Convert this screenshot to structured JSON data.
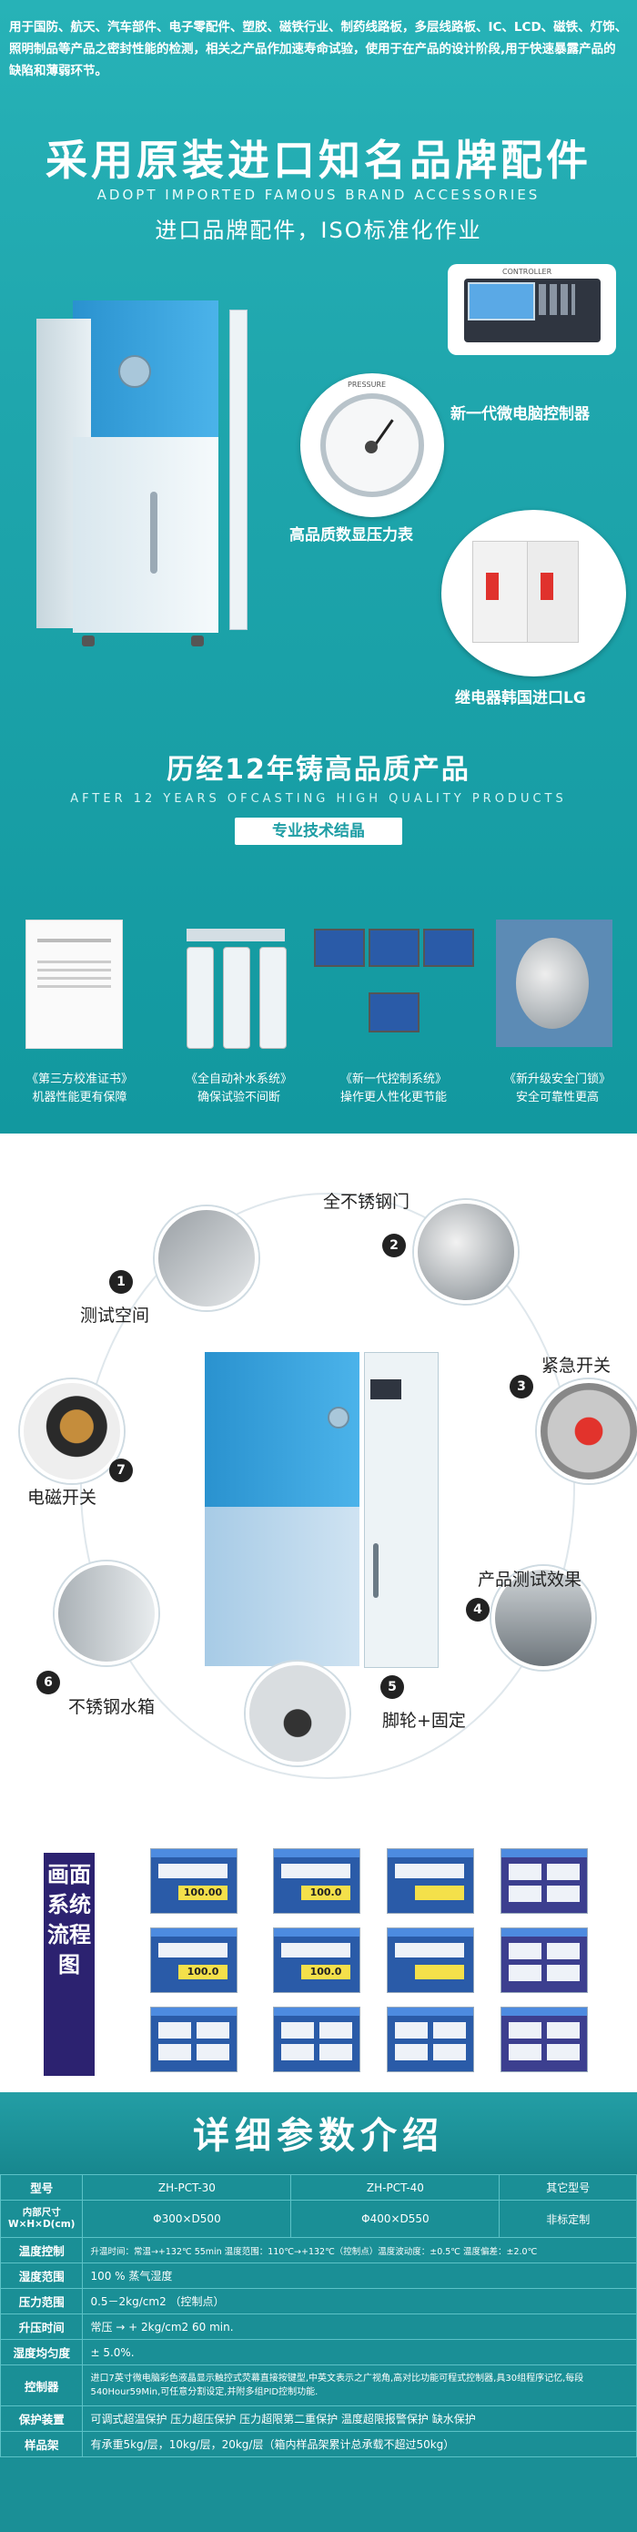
{
  "intro": "用于国防、航天、汽车部件、电子零配件、塑胶、磁铁行业、制药线路板，多层线路板、IC、LCD、磁铁、灯饰、照明制品等产品之密封性能的检测，相关之产品作加速寿命试验，使用于在产品的设计阶段,用于快速暴露产品的缺陷和薄弱环节。",
  "hero": {
    "headline": "采用原装进口知名品牌配件",
    "headline_en": "ADOPT IMPORTED FAMOUS BRAND ACCESSORIES",
    "subline": "进口品牌配件，ISO标准化作业",
    "callouts": {
      "controller": "新一代微电脑控制器",
      "gauge": "高品质数显压力表",
      "relay": "继电器韩国进口LG"
    },
    "controller_tag": "CONTROLLER",
    "gauge_tag": "PRESSURE"
  },
  "quality": {
    "title": "历经12年铸高品质产品",
    "title_en": "AFTER 12 YEARS OFCASTING HIGH QUALITY PRODUCTS",
    "badge": "专业技术结晶",
    "features": [
      {
        "line1": "《第三方校准证书》",
        "line2": "机器性能更有保障"
      },
      {
        "line1": "《全自动补水系统》",
        "line2": "确保试验不间断"
      },
      {
        "line1": "《新一代控制系统》",
        "line2": "操作更人性化更节能"
      },
      {
        "line1": "《新升级安全门锁》",
        "line2": "安全可靠性更高"
      }
    ]
  },
  "parts": [
    {
      "num": "1",
      "label": "测试空间"
    },
    {
      "num": "2",
      "label": "全不锈钢门"
    },
    {
      "num": "3",
      "label": "紧急开关"
    },
    {
      "num": "4",
      "label": "产品测试效果"
    },
    {
      "num": "5",
      "label": "脚轮+固定"
    },
    {
      "num": "6",
      "label": "不锈钢水箱"
    },
    {
      "num": "7",
      "label": "电磁开关"
    }
  ],
  "flow_title": "画面系统流程图",
  "screen_values": [
    "100.00",
    "100.0",
    "100.0",
    "100.0"
  ],
  "spec": {
    "title": "详细参数介绍",
    "rows": [
      {
        "h": "型号",
        "cells": [
          "ZH-PCT-30",
          "ZH-PCT-40",
          "其它型号"
        ]
      },
      {
        "h": "内部尺寸\nW×H×D(cm)",
        "cells": [
          "Φ300×D500",
          "Φ400×D550",
          "非标定制"
        ]
      },
      {
        "h": "温度控制",
        "full": "升温时间：常温→+132℃ 55min  温度范围：110℃→+132℃（控制点）温度波动度：±0.5℃  温度偏差：±2.0℃"
      },
      {
        "h": "湿度范围",
        "full": "100 % 蒸气湿度"
      },
      {
        "h": "压力范围",
        "full": "0.5－2kg/cm2 （控制点）"
      },
      {
        "h": "升压时间",
        "full": "常压 → + 2kg/cm2   60 min."
      },
      {
        "h": "湿度均匀度",
        "full": "± 5.0%."
      },
      {
        "h": "控制器",
        "full": "进口7英寸微电脑彩色液晶显示触控式荧幕直接按键型,中英文表示之广视角,高对比功能可程式控制器,具30组程序记忆,每段540Hour59Min,可任意分割设定,并附多组PID控制功能."
      },
      {
        "h": "保护装置",
        "full": "可调式超温保护    压力超压保护    压力超限第二重保护    温度超限报警保护    缺水保护"
      },
      {
        "h": "样品架",
        "full": "有承重5kg/层，10kg/层，20kg/层（箱内样品架累计总承载不超过50kg）"
      }
    ]
  },
  "colors": {
    "teal": "#1fa6ad",
    "navy": "#2c2270",
    "machine_blue": "#2a92cf"
  }
}
